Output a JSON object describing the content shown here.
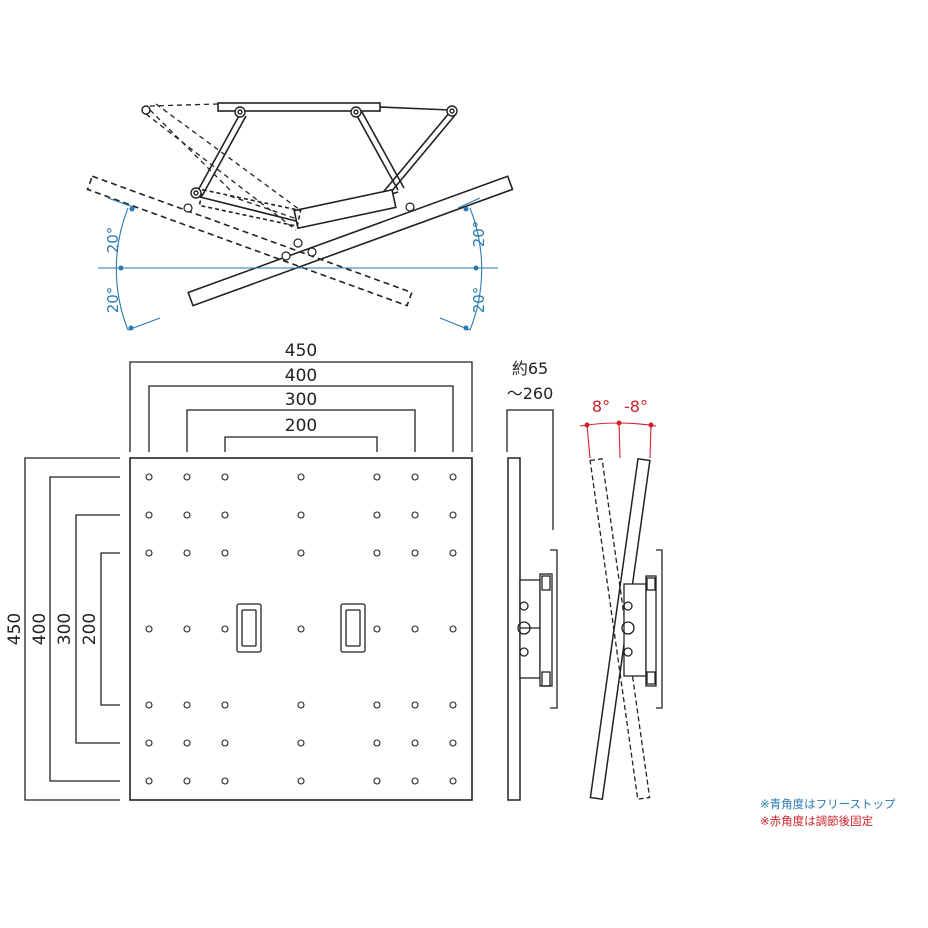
{
  "colors": {
    "line": "#222222",
    "blue": "#2a7ab0",
    "red": "#d0202a"
  },
  "top_view": {
    "angle_labels": [
      "20°",
      "20°",
      "20°",
      "20°"
    ]
  },
  "front_view": {
    "width_dims": [
      "450",
      "400",
      "300",
      "200"
    ],
    "height_dims": [
      "450",
      "400",
      "300",
      "200"
    ]
  },
  "side_view": {
    "depth_label_line1": "約65",
    "depth_label_line2": "～260",
    "tilt_labels": [
      "8°",
      "-8°"
    ]
  },
  "notes": {
    "blue": "※青角度はフリーストップ",
    "red": "※赤角度は調節後固定"
  }
}
